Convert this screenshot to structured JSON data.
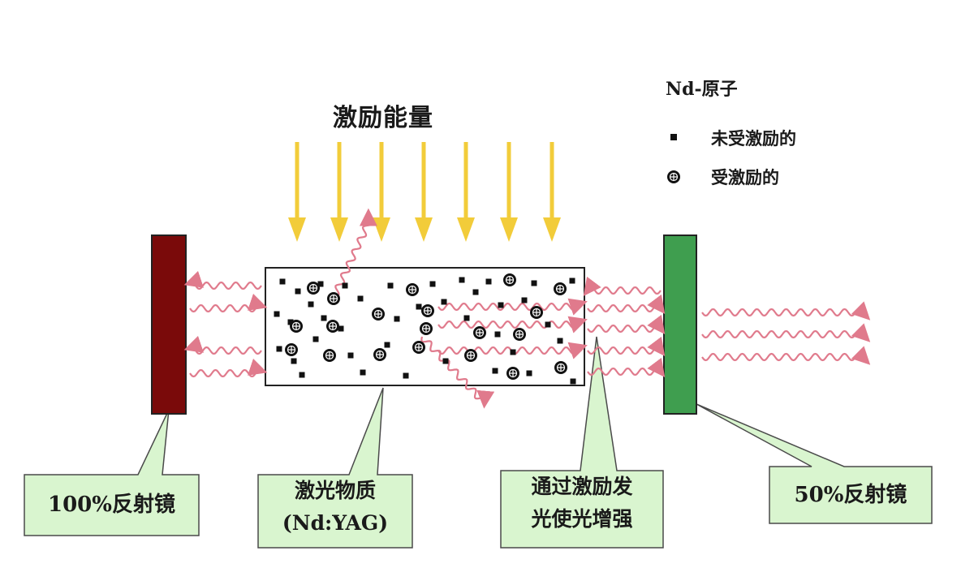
{
  "title": "激励能量",
  "legend": {
    "title": "Nd-原子",
    "unexcited_label": "未受激励的",
    "excited_label": "受激励的"
  },
  "callouts": {
    "mirror_100": "100%反射镜",
    "medium_line1": "激光物质",
    "medium_line2": "(Nd:YAG)",
    "gain_line1": "通过激励发",
    "gain_line2": "光使光增强",
    "mirror_50": "50%反射镜"
  },
  "colors": {
    "pump_arrow": "#f2cc3a",
    "photon_wave": "#e07a8c",
    "mirror_100": "#7a0a0a",
    "mirror_50": "#3f9e4f",
    "callout_fill": "#d9f5cf",
    "callout_stroke": "#4a4a4a"
  },
  "icons": {
    "unexcited_atom": "small-black-square",
    "excited_atom": "circled-plus"
  }
}
